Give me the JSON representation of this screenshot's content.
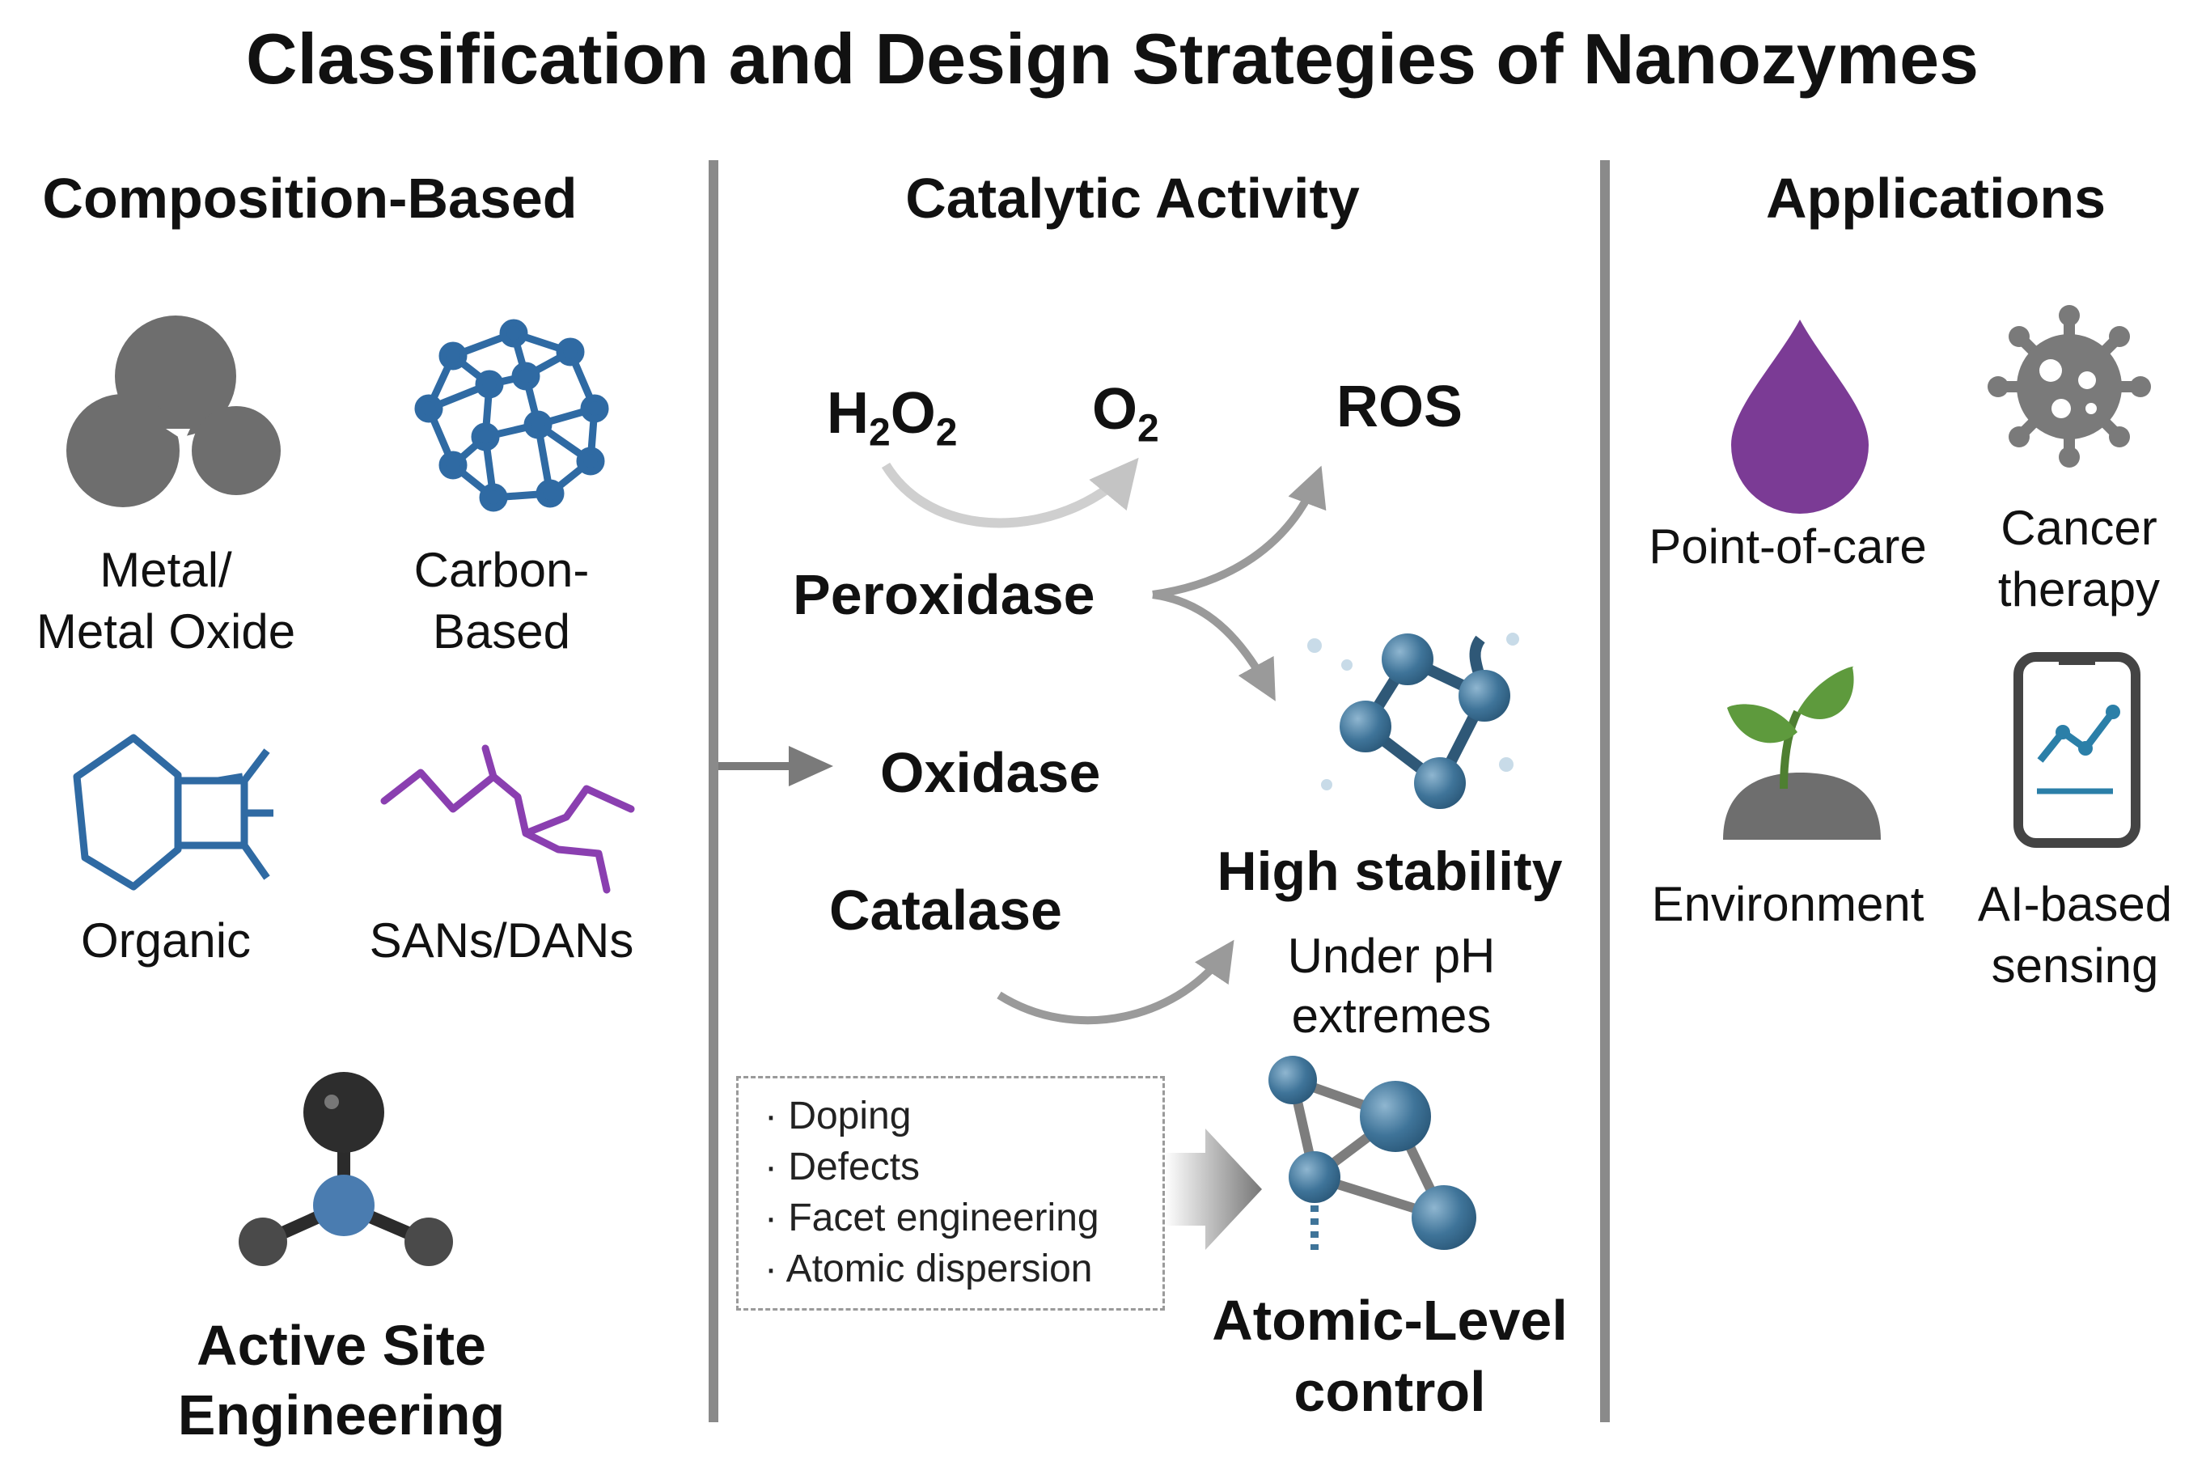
{
  "title": "Classification and Design Strategies of Nanozymes",
  "composition": {
    "heading": "Composition-Based",
    "items": [
      {
        "line1": "Metal/",
        "line2": "Metal Oxide",
        "icon": "metal-nanoparticle-cluster-icon"
      },
      {
        "line1": "Carbon-",
        "line2": "Based",
        "icon": "carbon-network-icon"
      },
      {
        "line1": "Organic",
        "icon": "organic-molecule-icon"
      },
      {
        "line1": "SANs/DANs",
        "icon": "single-atom-chain-icon"
      }
    ],
    "active_site": {
      "line1": "Active Site",
      "line2": "Engineering",
      "icon": "active-site-molecule-icon"
    }
  },
  "catalytic": {
    "heading": "Catalytic Activity",
    "h2o2": {
      "base": "H",
      "sub1": "2",
      "mid": "O",
      "sub2": "2"
    },
    "o2": {
      "base": "O",
      "sub": "2"
    },
    "ros": "ROS",
    "peroxidase": "Peroxidase",
    "oxidase": "Oxidase",
    "catalase": "Catalase",
    "high_stability": "High stability",
    "under_ph": {
      "line1": "Under pH",
      "line2": "extremes"
    },
    "strategies": [
      "· Doping",
      "· Defects",
      "· Facet engineering",
      "· Atomic dispersion"
    ],
    "atomic_control": {
      "line1": "Atomic-Level",
      "line2": "control"
    }
  },
  "applications": {
    "heading": "Applications",
    "items": [
      {
        "line1": "Point-of-care",
        "icon": "blood-drop-icon"
      },
      {
        "line1": "Cancer",
        "line2": "therapy",
        "icon": "cancer-cell-icon"
      },
      {
        "line1": "Environment",
        "icon": "plant-sprout-icon"
      },
      {
        "line1": "AI-based",
        "line2": "sensing",
        "icon": "smartphone-chart-icon"
      }
    ]
  },
  "colors": {
    "gray_icon": "#6b6b6b",
    "blue_icon": "#2f6aa3",
    "purple": "#8a3fb0",
    "teal_node": "#3b6f93",
    "green_leaf": "#5a8f3a",
    "divider": "#8a8a8a"
  }
}
